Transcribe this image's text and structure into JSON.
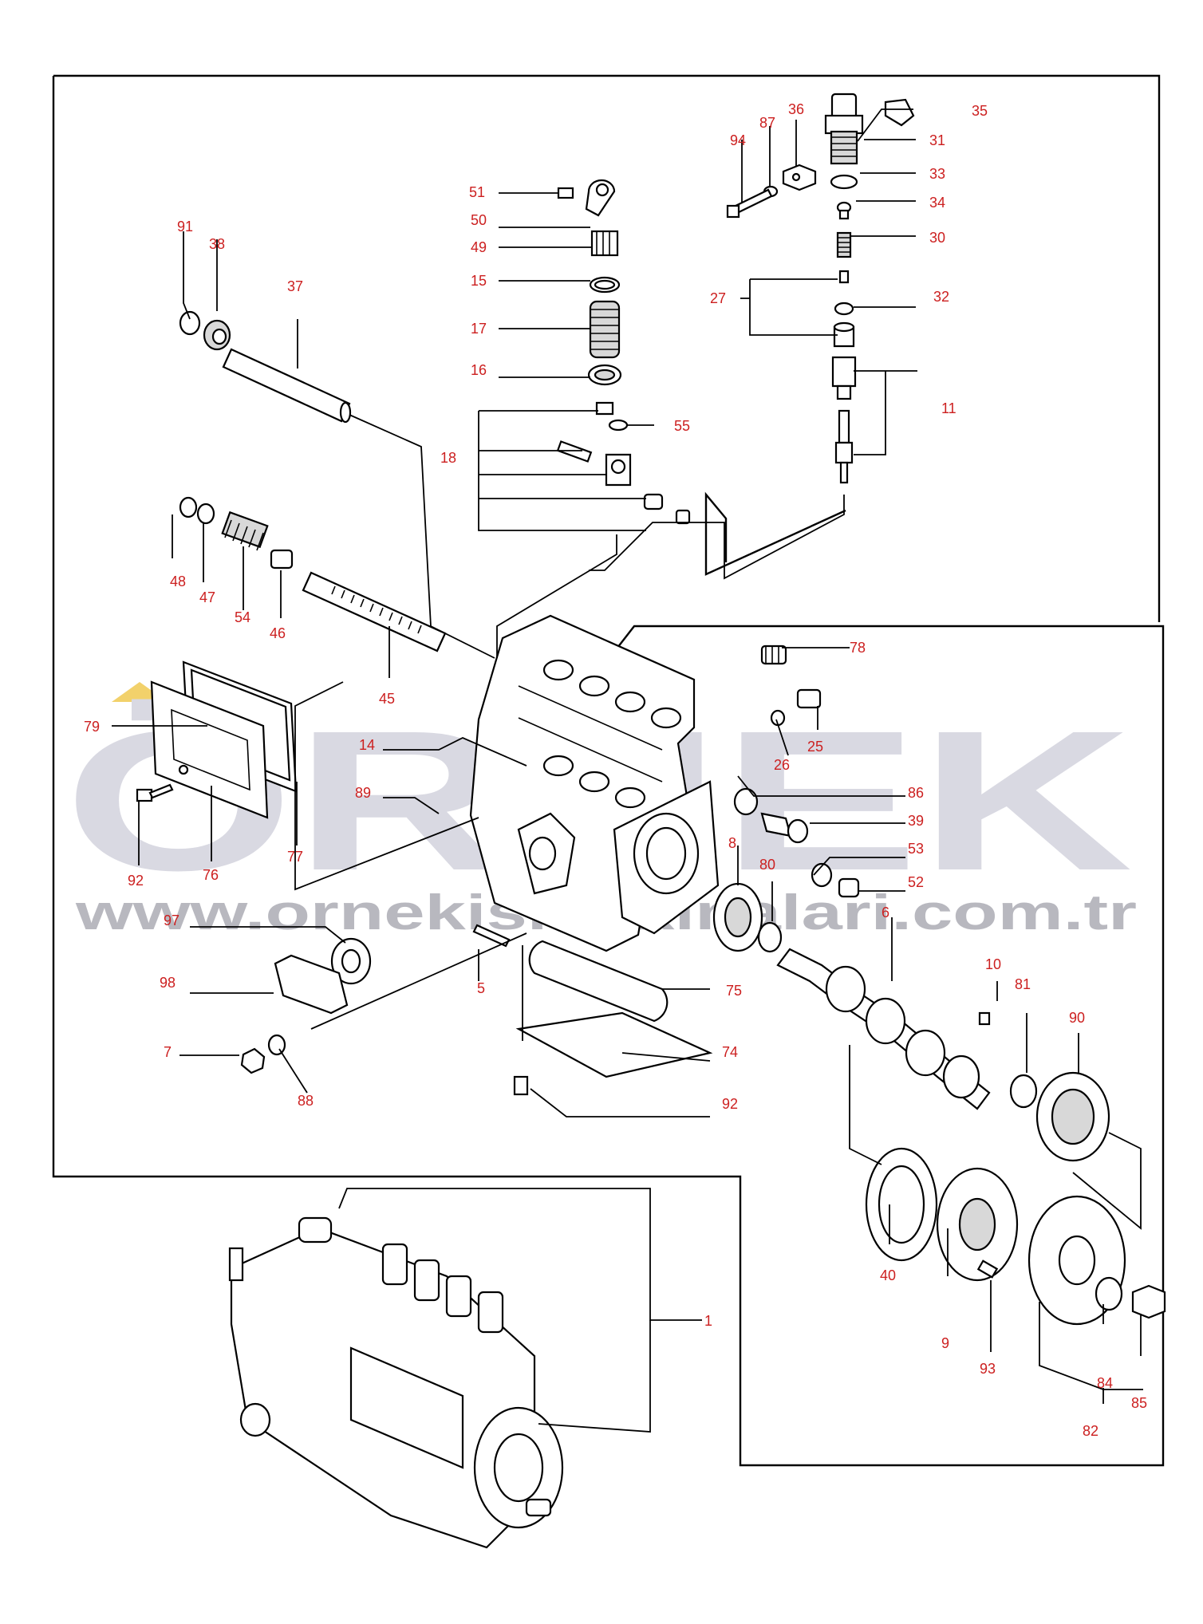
{
  "watermark": {
    "brand": "ÖRNEK",
    "url": "www.ornekismakinalari.com.tr"
  },
  "callouts": [
    "1",
    "5",
    "6",
    "7",
    "8",
    "9",
    "10",
    "11",
    "14",
    "15",
    "16",
    "17",
    "18",
    "25",
    "26",
    "27",
    "30",
    "31",
    "32",
    "33",
    "34",
    "35",
    "36",
    "37",
    "38",
    "39",
    "40",
    "45",
    "46",
    "47",
    "48",
    "49",
    "50",
    "51",
    "52",
    "53",
    "54",
    "55",
    "74",
    "75",
    "76",
    "77",
    "78",
    "79",
    "80",
    "81",
    "82",
    "84",
    "85",
    "86",
    "87",
    "88",
    "89",
    "90",
    "91",
    "92",
    "92",
    "93",
    "94",
    "97",
    "98"
  ],
  "colors": {
    "label": "#cc1f1f",
    "line": "#000000",
    "watermark": "#d9d9e2",
    "accent": "#f2d16b"
  }
}
